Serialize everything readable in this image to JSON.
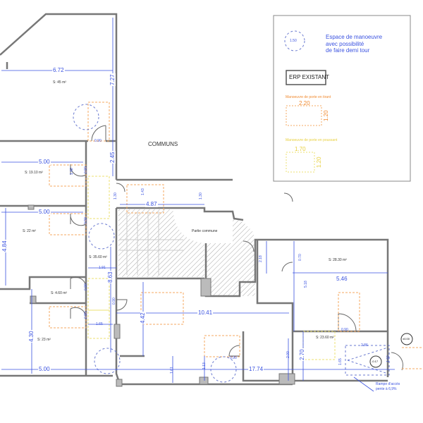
{
  "legend": {
    "turn_circle_dim": "1.50",
    "turn_circle_text": [
      "Espace de manoeuvre",
      "avec possibilité",
      "de faire demi tour"
    ],
    "erp_label": "ERP EXISTANT",
    "pull_door_title": "Manoeuvre de porte en tirant",
    "pull_door_w": "2.20",
    "pull_door_h": "1.20",
    "push_door_title": "Manoeuvre de porte en poussant",
    "push_door_w": "1.70",
    "push_door_h": "1.20"
  },
  "labels": {
    "communs": "COMMUNS",
    "partie_commune": "Partie commune",
    "ramp": [
      "Rampe d'accès",
      "pente à 6,9%"
    ],
    "level_0": "±0.00",
    "level_neg": "-0.17"
  },
  "rooms": {
    "r45": "S: 45 m²",
    "r19": "S: 19.10 m²",
    "r22": "S: 22 m²",
    "r35": "S: 35.60 m²",
    "r4": "S: 4.60 m²",
    "r23": "S: 23 m²",
    "r28": "S: 28.30 m²",
    "r23_6": "S: 23.60 m²"
  },
  "dimensions": {
    "d672": "6.72",
    "d727": "7.27",
    "d500a": "5.00",
    "d142": "1.42",
    "d245": "2.45",
    "d500b": "5.00",
    "d484": "4.84",
    "d191": "1.91",
    "d863": "8.63",
    "d165": "1.65",
    "d430": "4.30",
    "d500c": "5.00",
    "d143": "1.43",
    "d487": "4.87",
    "d130a": "1.30",
    "d130b": "1.30",
    "d218": "2.18",
    "d070": "0.70",
    "d546": "5.46",
    "d518": "5.18",
    "d1041": "10.41",
    "d442": "4.42",
    "d1774": "17.74",
    "d161": "1.61",
    "d113": "1.13",
    "d200": "2.00",
    "d270": "2.70",
    "d286": "2.86",
    "d165b": "1.65",
    "d160": "1.60",
    "door090a": "0.90",
    "door090b": "0.90",
    "door090c": "0.90",
    "door090d": "0.90",
    "door090e": "0.90",
    "door090f": "0.90",
    "door090g": "0.90",
    "door090h": "0.90"
  },
  "colors": {
    "wall": "#777777",
    "dim": "#3a52e0",
    "pull": "#f08a30",
    "push": "#e8d040",
    "hatch": "#999999"
  }
}
